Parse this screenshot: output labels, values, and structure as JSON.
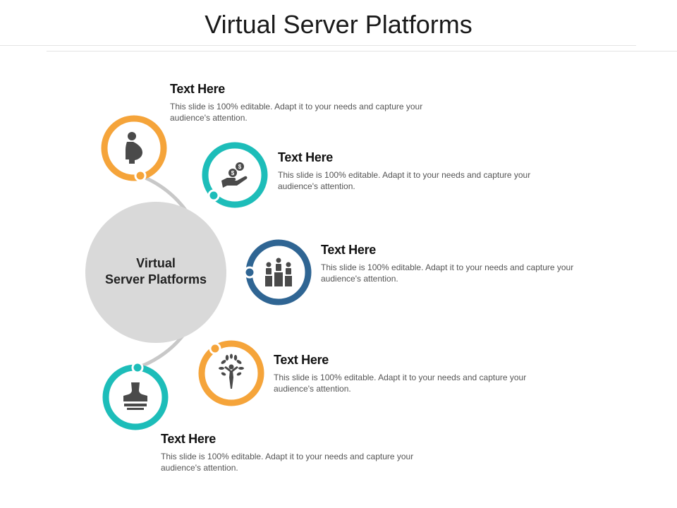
{
  "title": "Virtual Server Platforms",
  "hub": {
    "line1": "Virtual",
    "line2": "Server Platforms"
  },
  "colors": {
    "orange": "#F5A43A",
    "teal": "#1DBDB9",
    "blue": "#2F6593",
    "hub": "#D9D9D9",
    "arc": "#C8C8C8",
    "icon": "#4A4A4A"
  },
  "items": [
    {
      "heading": "Text Here",
      "body": "This slide is 100% editable. Adapt it to your needs and capture your audience's attention.",
      "icon": "pregnant-woman-icon",
      "color": "orange"
    },
    {
      "heading": "Text Here",
      "body": "This slide is 100% editable. Adapt it to your needs and capture your audience's attention.",
      "icon": "money-hand-icon",
      "color": "teal"
    },
    {
      "heading": "Text Here",
      "body": "This slide is 100% editable. Adapt it to your needs and capture your audience's attention.",
      "icon": "podium-people-icon",
      "color": "blue"
    },
    {
      "heading": "Text Here",
      "body": "This slide is 100% editable. Adapt it to your needs and capture your audience's attention.",
      "icon": "growth-person-icon",
      "color": "orange"
    },
    {
      "heading": "Text Here",
      "body": "This slide is 100% editable. Adapt it to your needs and capture your audience's attention.",
      "icon": "stamp-icon",
      "color": "teal"
    }
  ]
}
